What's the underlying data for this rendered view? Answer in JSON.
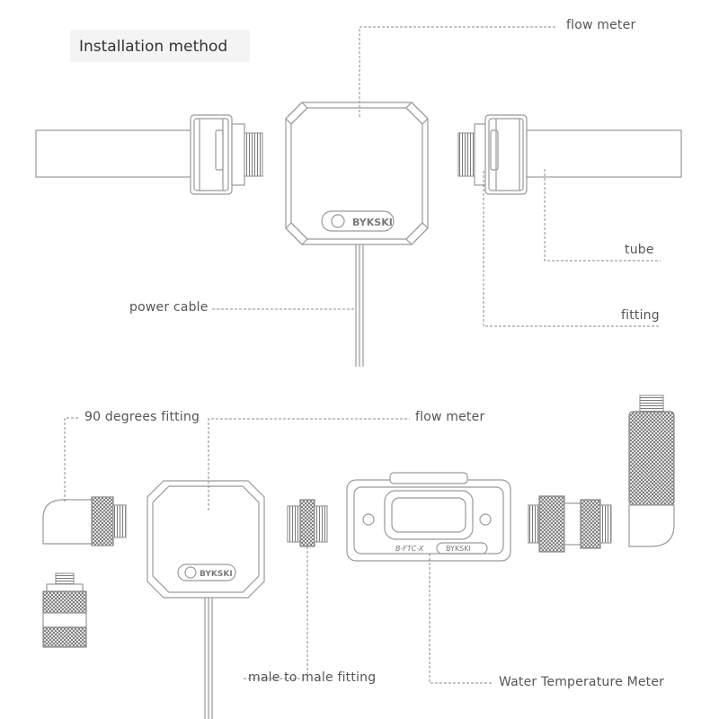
{
  "title": "Installation method",
  "labels": {
    "flow_meter_top": "flow meter",
    "tube": "tube",
    "fitting": "fitting",
    "power_cable": "power cable",
    "ninety_fitting": "90 degrees fitting",
    "flow_meter_bottom": "flow meter",
    "male_to_male": "male to male fitting",
    "water_temp_meter": "Water Temperature Meter"
  },
  "engraving": {
    "brand": "BYKSKI",
    "model": "B-FTC-X"
  },
  "colors": {
    "line": "#8a8a8a",
    "knurl": "#7d7d7d",
    "text": "#555555"
  }
}
